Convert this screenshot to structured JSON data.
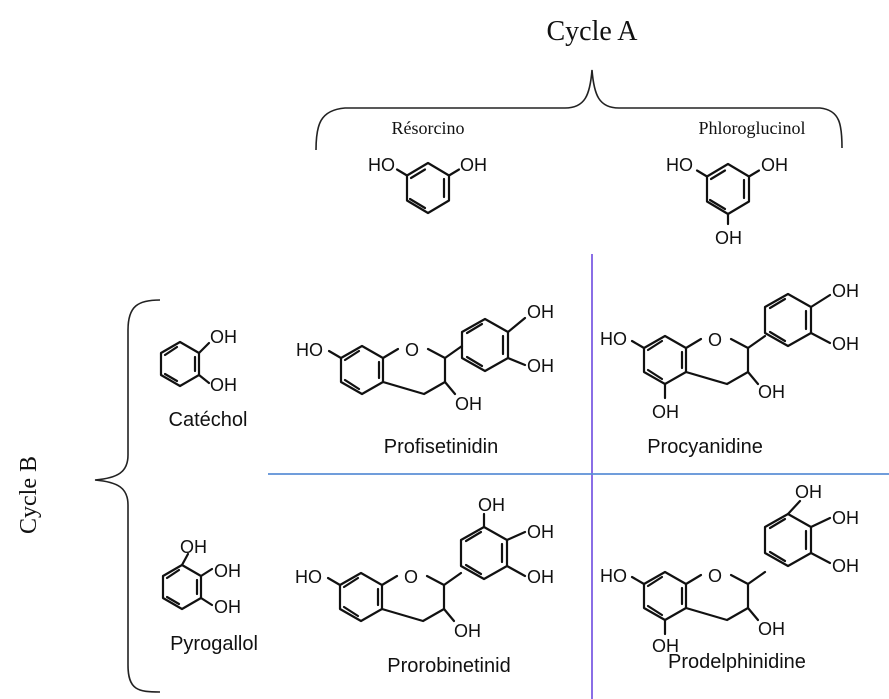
{
  "cycle_a": {
    "title": "Cycle A",
    "resorcino": {
      "label": "Résorcino",
      "oh_left": "HO",
      "oh_right": "OH"
    },
    "phloroglucinol": {
      "label": "Phloroglucinol",
      "oh_left": "HO",
      "oh_right": "OH",
      "oh_bottom": "OH"
    }
  },
  "cycle_b": {
    "title": "Cycle B",
    "catechol": {
      "label": "Catéchol",
      "oh_1": "OH",
      "oh_2": "OH"
    },
    "pyrogallol": {
      "label": "Pyrogallol",
      "oh_1": "OH",
      "oh_2": "OH",
      "oh_3": "OH"
    }
  },
  "products": {
    "profisetinidin": {
      "label": "Profisetinidin",
      "ho": "HO",
      "o": "O",
      "oh_3": "OH",
      "oh_b1": "OH",
      "oh_b2": "OH"
    },
    "procyanidine": {
      "label": "Procyanidine",
      "ho": "HO",
      "o": "O",
      "oh_3": "OH",
      "oh_5": "OH",
      "oh_b1": "OH",
      "oh_b2": "OH"
    },
    "prorobinetinid": {
      "label": "Prorobinetinid",
      "ho": "HO",
      "o": "O",
      "oh_3": "OH",
      "oh_b1": "OH",
      "oh_b2": "OH",
      "oh_b3": "OH"
    },
    "prodelphinidine": {
      "label": "Prodelphinidine",
      "ho": "HO",
      "o": "O",
      "oh_3": "OH",
      "oh_5": "OH",
      "oh_b1": "OH",
      "oh_b2": "OH",
      "oh_b3": "OH"
    }
  },
  "colors": {
    "vertical_divider": "#8a6ee6",
    "horizontal_divider": "#5b8fd6",
    "ink": "#111111"
  }
}
